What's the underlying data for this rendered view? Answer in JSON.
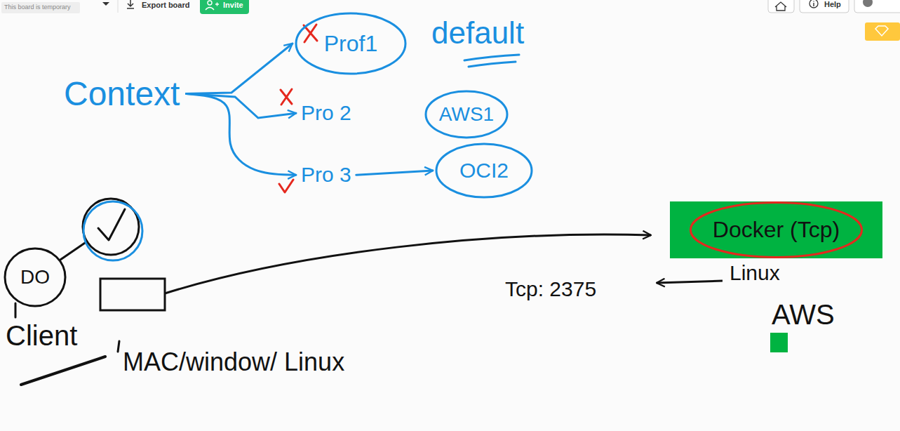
{
  "diagram": {
    "nodes": [
      {
        "text": [
          "Context"
        ]
      },
      {
        "text": [
          "Prof1"
        ]
      },
      {
        "text": [
          "Pro 2"
        ]
      },
      {
        "text": [
          "Pro 3"
        ]
      },
      {
        "text": [
          "AWS1"
        ]
      },
      {
        "text": [
          "OCI2"
        ]
      },
      {
        "text": [
          "DO"
        ]
      },
      {
        "text": [
          "Docker (Tcp)"
        ]
      }
    ],
    "edges": [
      {
        "from": 0,
        "to": 1,
        "arrow": "to"
      },
      {
        "from": 0,
        "to": 2,
        "arrow": "to"
      },
      {
        "from": 0,
        "to": 3,
        "arrow": "to"
      },
      {
        "from": 3,
        "to": 5,
        "arrow": "to"
      }
    ],
    "labels": [
      "This board is temporary",
      "Export board",
      "Invite",
      "Help",
      "default",
      "Tcp: 2375",
      "Linux",
      "AWS",
      "Client",
      "MAC/window/ Linux"
    ]
  }
}
